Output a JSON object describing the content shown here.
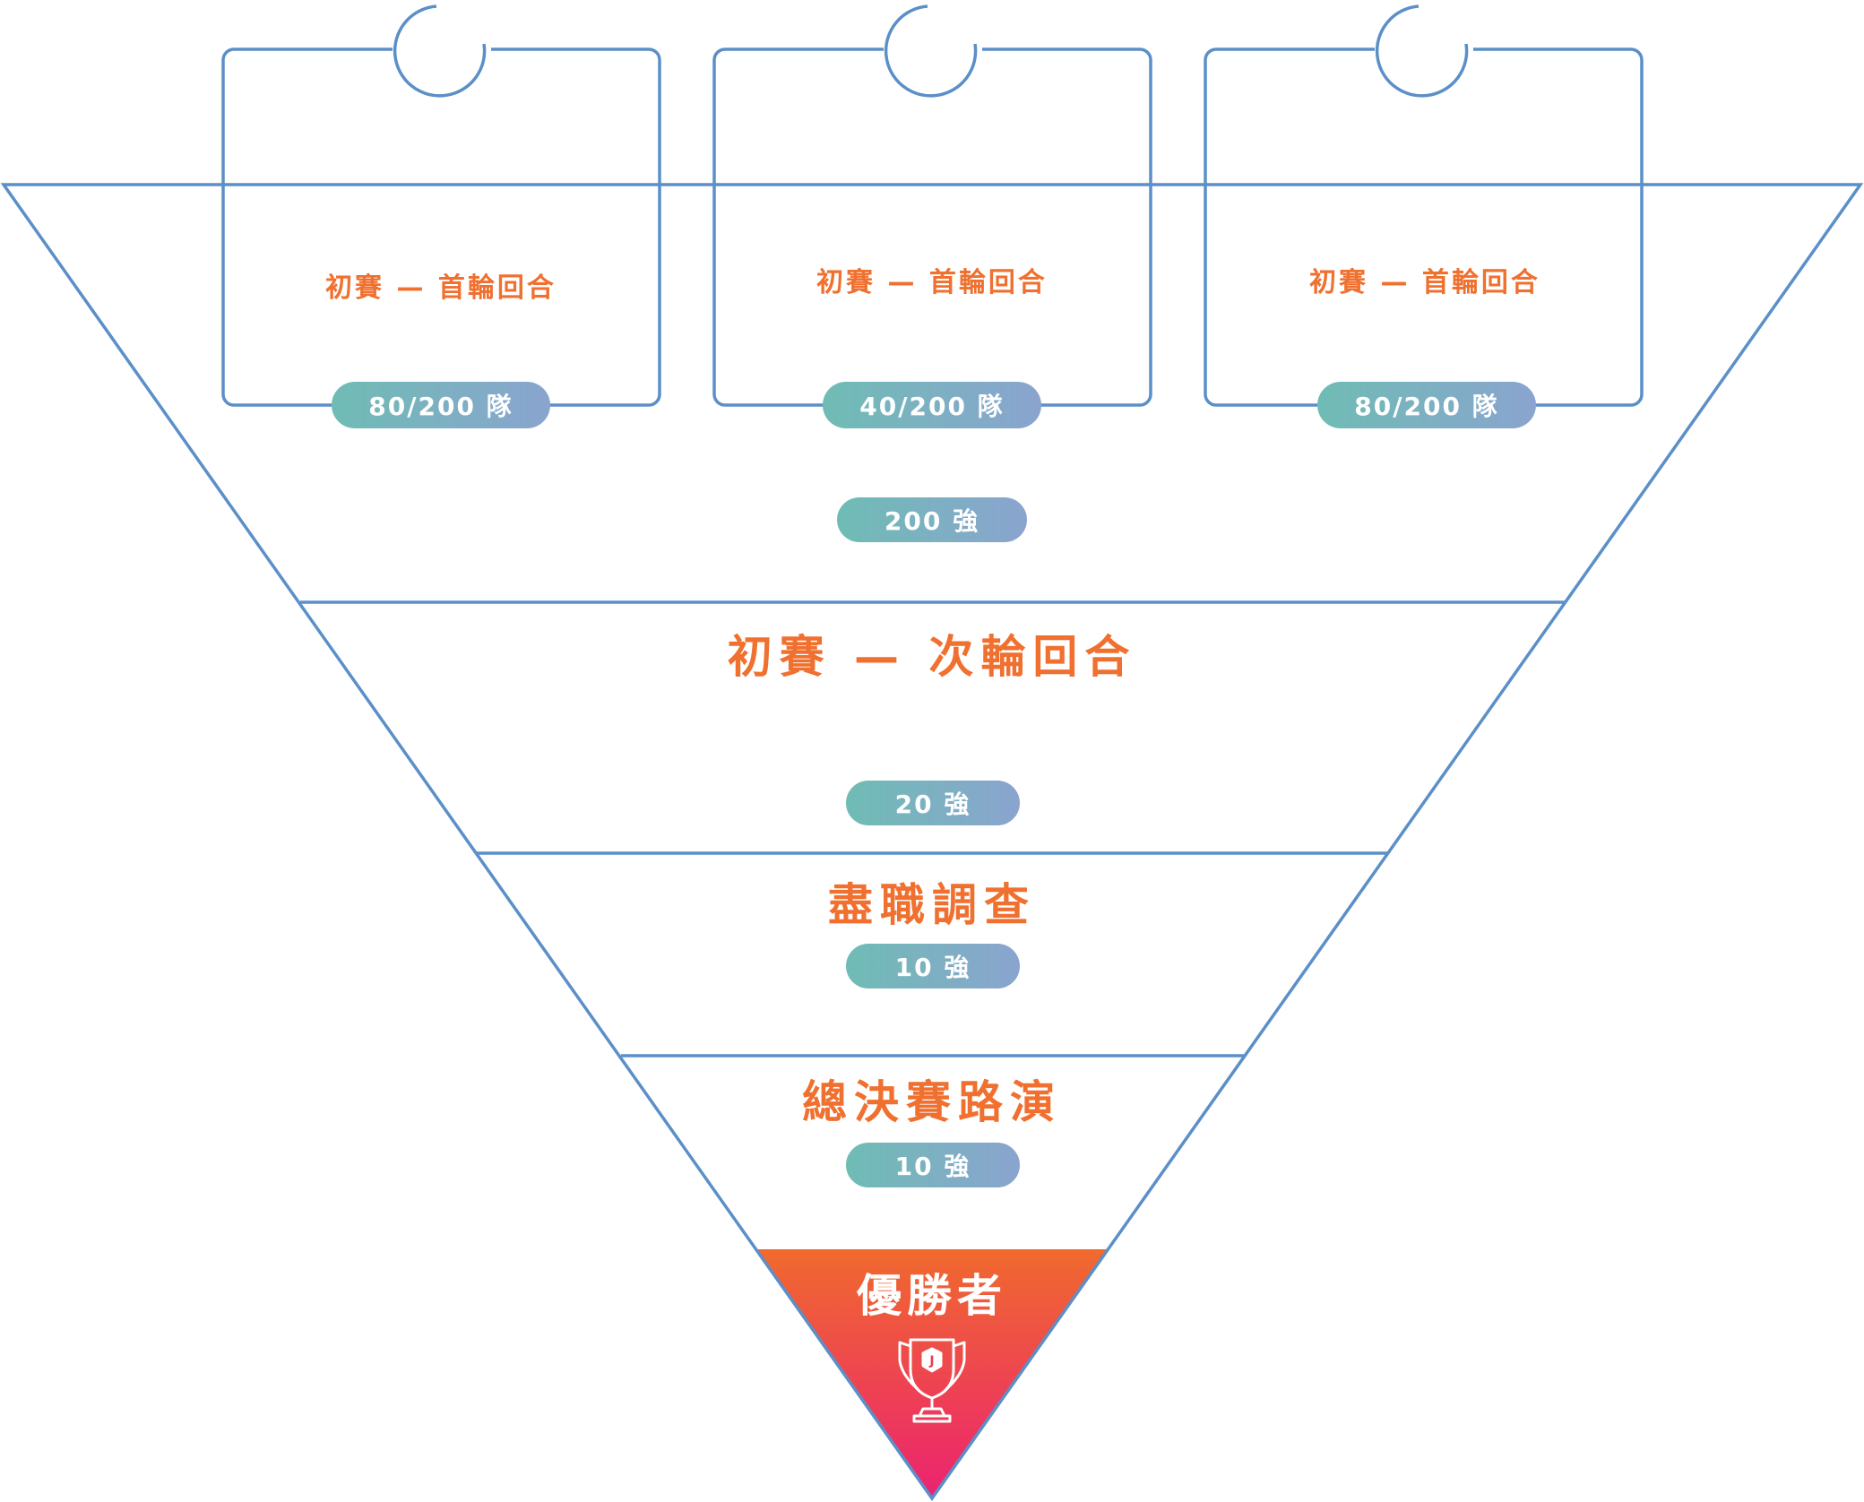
{
  "first_round": {
    "cards": [
      {
        "title": "初賽 — 首輪回合",
        "badge": "80/200 隊"
      },
      {
        "title": "初賽 — 首輪回合",
        "badge": "40/200 隊"
      },
      {
        "title": "初賽 — 首輪回合",
        "badge": "80/200 隊"
      }
    ],
    "total_badge": "200 強"
  },
  "stages": [
    {
      "title": "初賽 — 次輪回合",
      "badge": "20 強"
    },
    {
      "title": "盡職調查",
      "badge": "10 強"
    },
    {
      "title": "總決賽路演",
      "badge": "10 強"
    }
  ],
  "winner": {
    "title": "優勝者",
    "icon": "trophy-icon"
  },
  "colors": {
    "outline": "#5b8fc8",
    "title_orange": "#f07030",
    "pill_gradient_start": "#6fbcb4",
    "pill_gradient_end": "#8aa4cf",
    "winner_gradient_top": "#f06a2e",
    "winner_gradient_bottom": "#ec2370"
  }
}
